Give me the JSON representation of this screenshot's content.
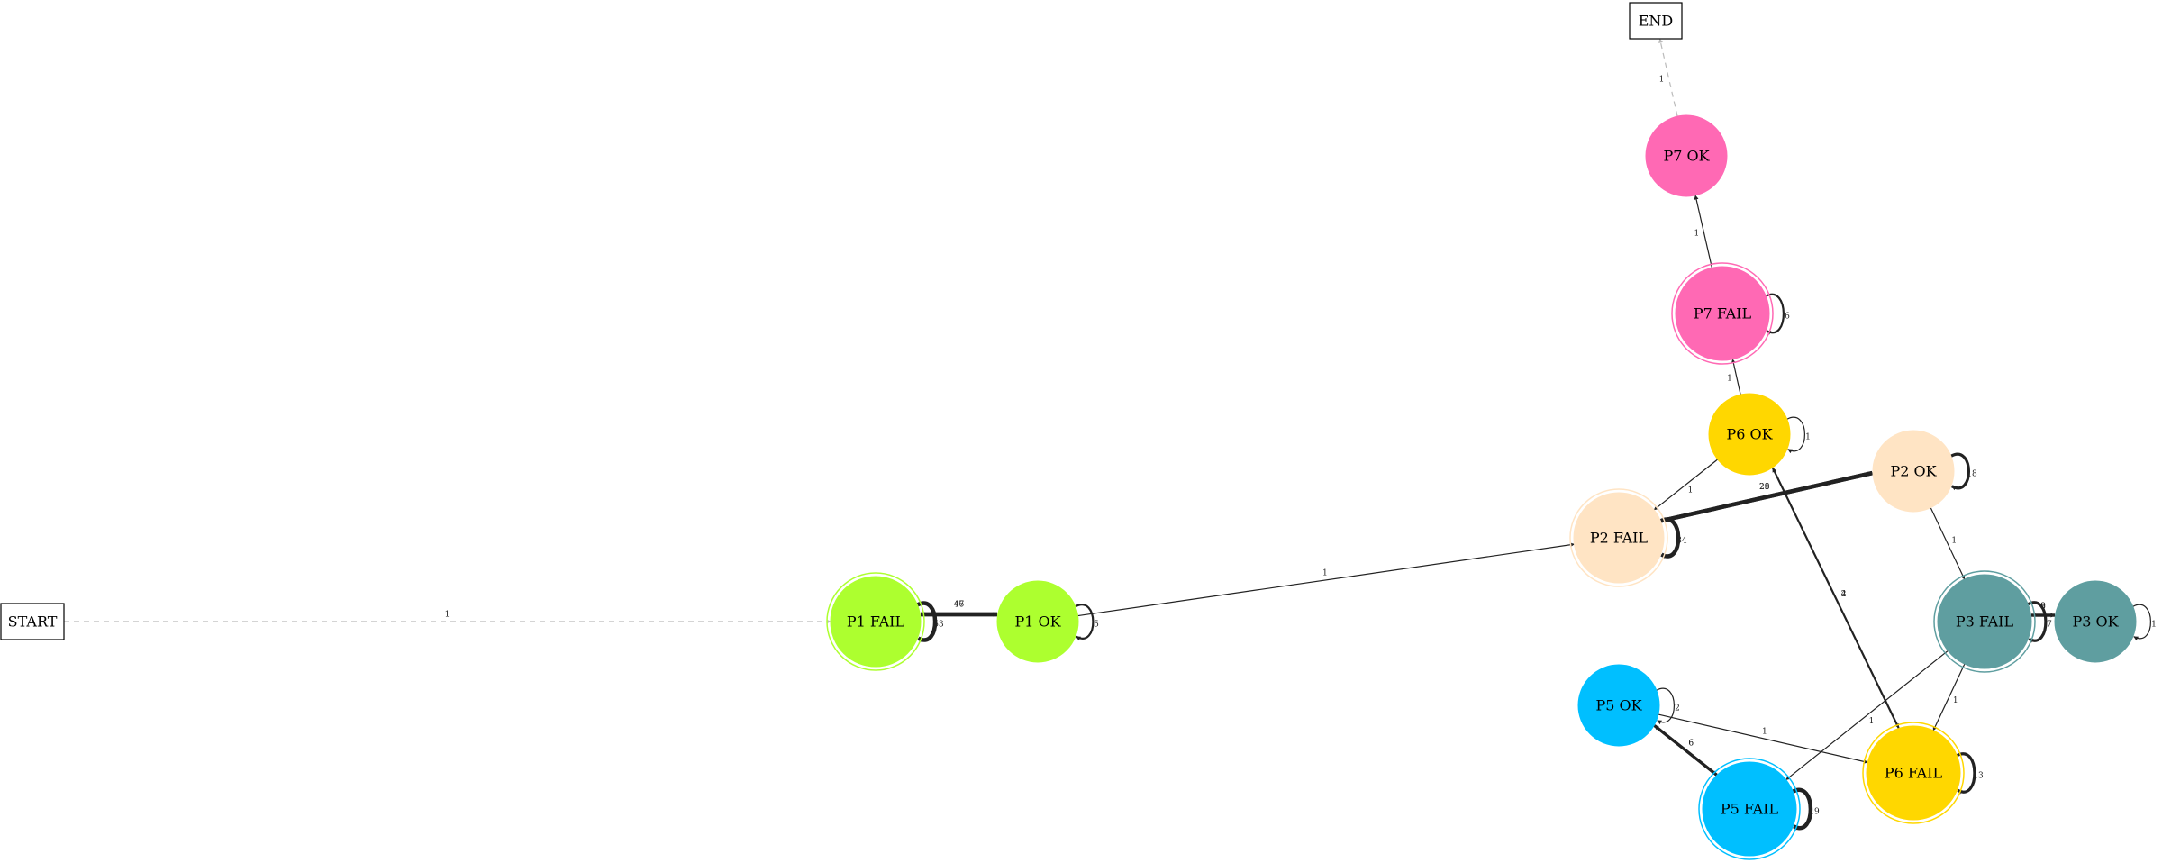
{
  "nodes": [
    {
      "id": "START",
      "label": "START",
      "shape": "box"
    },
    {
      "id": "END",
      "label": "END",
      "shape": "box"
    },
    {
      "id": "P1_FAIL",
      "label": "P1 FAIL",
      "shape": "doublecircle",
      "color": "#adff2f"
    },
    {
      "id": "P1_OK",
      "label": "P1 OK",
      "shape": "circle",
      "color": "#adff2f"
    },
    {
      "id": "P2_FAIL",
      "label": "P2 FAIL",
      "shape": "doublecircle",
      "color": "#ffe4c4"
    },
    {
      "id": "P2_OK",
      "label": "P2 OK",
      "shape": "circle",
      "color": "#ffe4c4"
    },
    {
      "id": "P3_FAIL",
      "label": "P3 FAIL",
      "shape": "doublecircle",
      "color": "#5f9ea0"
    },
    {
      "id": "P3_OK",
      "label": "P3 OK",
      "shape": "circle",
      "color": "#5f9ea0"
    },
    {
      "id": "P5_OK",
      "label": "P5 OK",
      "shape": "circle",
      "color": "#00bfff"
    },
    {
      "id": "P5_FAIL",
      "label": "P5 FAIL",
      "shape": "doublecircle",
      "color": "#00bfff"
    },
    {
      "id": "P6_OK",
      "label": "P6 OK",
      "shape": "circle",
      "color": "#ffd700"
    },
    {
      "id": "P6_FAIL",
      "label": "P6 FAIL",
      "shape": "doublecircle",
      "color": "#ffd700"
    },
    {
      "id": "P7_FAIL",
      "label": "P7 FAIL",
      "shape": "doublecircle",
      "color": "#ff69b4"
    },
    {
      "id": "P7_OK",
      "label": "P7 OK",
      "shape": "circle",
      "color": "#ff69b4"
    }
  ],
  "edges": [
    {
      "from": "START",
      "to": "P1_FAIL",
      "label": "1",
      "style": "dashed",
      "weight": 1
    },
    {
      "from": "P1_FAIL",
      "to": "P1_OK",
      "label": "47",
      "weight": 4
    },
    {
      "from": "P1_OK",
      "to": "P1_FAIL",
      "label": "46",
      "weight": 4
    },
    {
      "from": "P1_FAIL",
      "to": "P1_FAIL",
      "label": "53",
      "weight": 4
    },
    {
      "from": "P1_OK",
      "to": "P1_OK",
      "label": "5",
      "weight": 2
    },
    {
      "from": "P1_OK",
      "to": "P2_FAIL",
      "label": "1",
      "weight": 1
    },
    {
      "from": "P2_FAIL",
      "to": "P2_OK",
      "label": "29",
      "weight": 4
    },
    {
      "from": "P2_OK",
      "to": "P2_FAIL",
      "label": "28",
      "weight": 4
    },
    {
      "from": "P2_FAIL",
      "to": "P2_FAIL",
      "label": "34",
      "weight": 4
    },
    {
      "from": "P2_OK",
      "to": "P2_OK",
      "label": "18",
      "weight": 3
    },
    {
      "from": "P6_OK",
      "to": "P2_FAIL",
      "label": "1",
      "weight": 1
    },
    {
      "from": "P2_OK",
      "to": "P3_FAIL",
      "label": "1",
      "weight": 1
    },
    {
      "from": "P3_FAIL",
      "to": "P3_OK",
      "label": "9",
      "weight": 3
    },
    {
      "from": "P3_OK",
      "to": "P3_FAIL",
      "label": "8",
      "weight": 3
    },
    {
      "from": "P3_FAIL",
      "to": "P3_FAIL",
      "label": "7",
      "weight": 3
    },
    {
      "from": "P3_OK",
      "to": "P3_OK",
      "label": "1",
      "weight": 1
    },
    {
      "from": "P3_FAIL",
      "to": "P6_FAIL",
      "label": "1",
      "weight": 1
    },
    {
      "from": "P3_FAIL",
      "to": "P5_FAIL",
      "label": "1",
      "weight": 1
    },
    {
      "from": "P5_OK",
      "to": "P5_FAIL",
      "label": "6",
      "weight": 3
    },
    {
      "from": "P5_FAIL",
      "to": "P5_OK",
      "label": "6",
      "weight": 3
    },
    {
      "from": "P5_OK",
      "to": "P5_OK",
      "label": "2",
      "weight": 1
    },
    {
      "from": "P5_FAIL",
      "to": "P5_FAIL",
      "label": "19",
      "weight": 4
    },
    {
      "from": "P5_OK",
      "to": "P6_FAIL",
      "label": "1",
      "weight": 1
    },
    {
      "from": "P6_OK",
      "to": "P6_FAIL",
      "label": "2",
      "weight": 1
    },
    {
      "from": "P6_FAIL",
      "to": "P6_OK",
      "label": "4",
      "weight": 2
    },
    {
      "from": "P6_OK",
      "to": "P6_OK",
      "label": "1",
      "weight": 1
    },
    {
      "from": "P6_FAIL",
      "to": "P6_FAIL",
      "label": "13",
      "weight": 3
    },
    {
      "from": "P6_OK",
      "to": "P7_FAIL",
      "label": "1",
      "weight": 1
    },
    {
      "from": "P7_FAIL",
      "to": "P7_OK",
      "label": "1",
      "weight": 1
    },
    {
      "from": "P7_FAIL",
      "to": "P7_FAIL",
      "label": "6",
      "weight": 2
    },
    {
      "from": "P7_OK",
      "to": "END",
      "label": "1",
      "style": "dashed",
      "weight": 1
    }
  ]
}
